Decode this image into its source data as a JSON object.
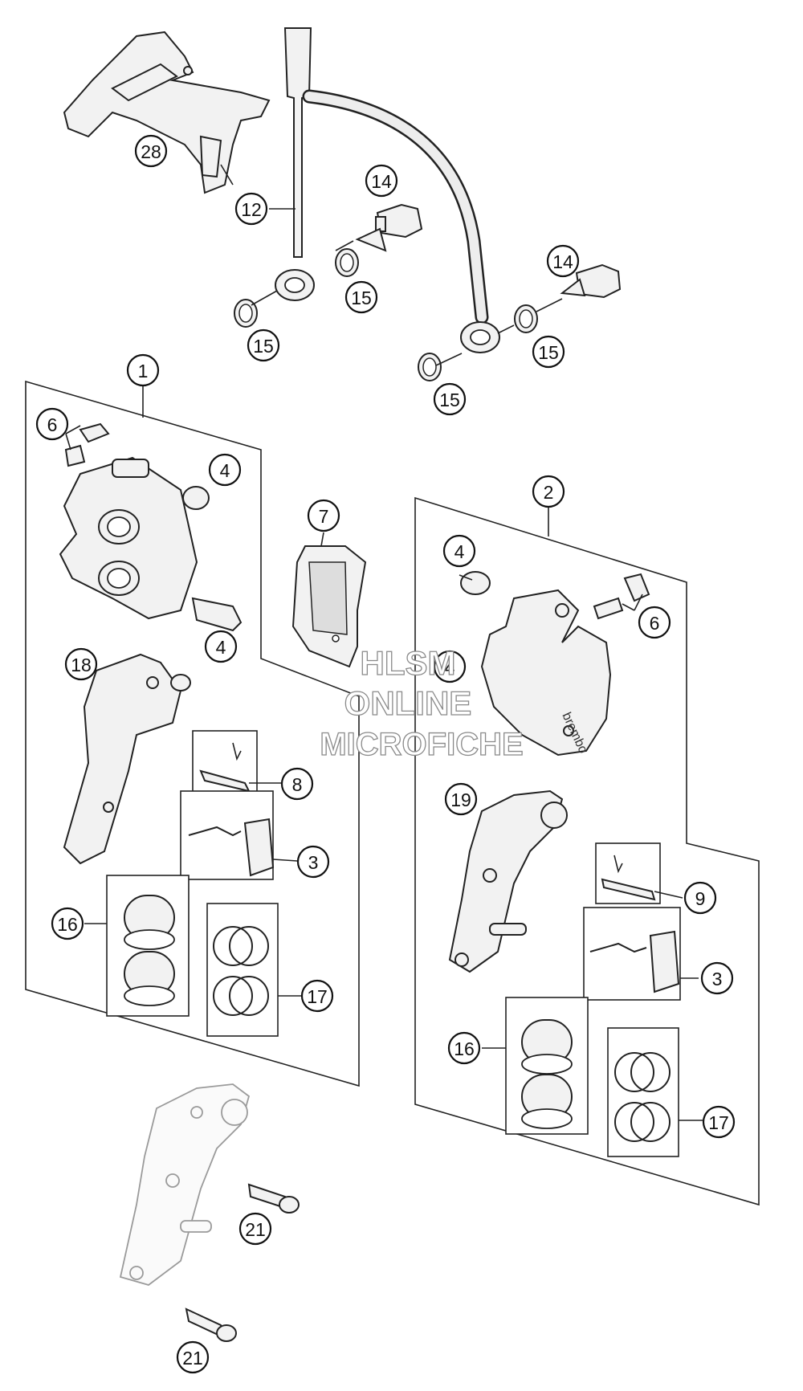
{
  "watermark": {
    "line1": "HLSM",
    "line2": "ONLINE",
    "line3": "MICROFICHE"
  },
  "callouts": {
    "c28": "28",
    "c12": "12",
    "c14a": "14",
    "c14b": "14",
    "c15a": "15",
    "c15b": "15",
    "c15c": "15",
    "c15d": "15",
    "c1": "1",
    "c6a": "6",
    "c4a": "4",
    "c4b": "4",
    "c7": "7",
    "c18": "18",
    "c8": "8",
    "c3a": "3",
    "c16a": "16",
    "c17a": "17",
    "c2": "2",
    "c4c": "4",
    "c4d": "4",
    "c6b": "6",
    "c19": "19",
    "c9": "9",
    "c3b": "3",
    "c16b": "16",
    "c17b": "17",
    "c21a": "21",
    "c21b": "21"
  },
  "caliper_brand": "brembo"
}
